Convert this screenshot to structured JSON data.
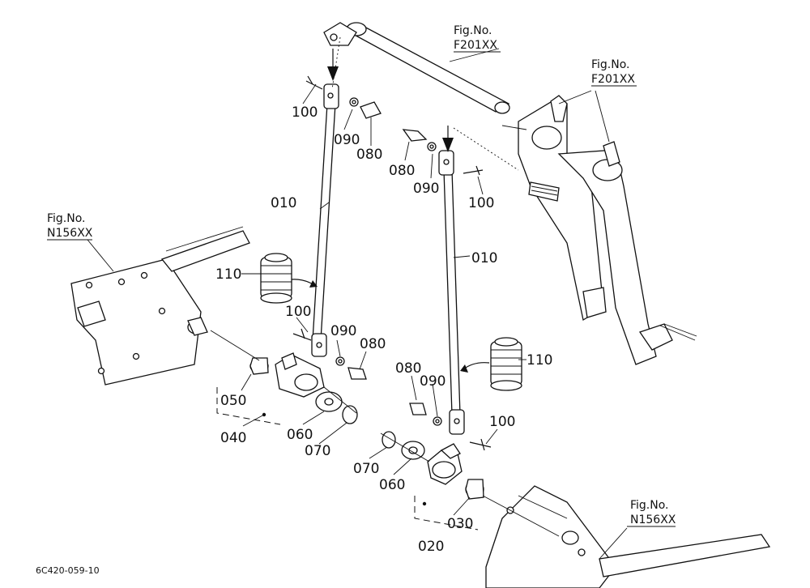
{
  "figure_refs": [
    {
      "fig": "Fig.No.",
      "code": "F201XX"
    },
    {
      "fig": "Fig.No.",
      "code": "F201XX"
    },
    {
      "fig": "Fig.No.",
      "code": "N156XX"
    },
    {
      "fig": "Fig.No.",
      "code": "N156XX"
    }
  ],
  "parts": {
    "p010_left": "010",
    "p010_right": "010",
    "p020": "020",
    "p030": "030",
    "p040": "040",
    "p050": "050",
    "p060_left": "060",
    "p060_right": "060",
    "p070_left": "070",
    "p070_right": "070",
    "p080_top_left": "080",
    "p080_top_right": "080",
    "p080_mid_left": "080",
    "p080_mid_right": "080",
    "p090_top_left": "090",
    "p090_top_right": "090",
    "p090_mid_left": "090",
    "p090_mid_right": "090",
    "p100_top_left": "100",
    "p100_top_right": "100",
    "p100_mid_left": "100",
    "p100_mid_right": "100",
    "p110_left": "110",
    "p110_right": "110"
  },
  "diagram_code": "6C420-059-10"
}
